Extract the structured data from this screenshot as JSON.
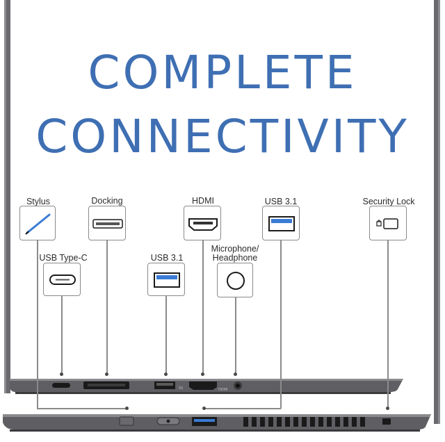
{
  "headline": {
    "line1": "COMPLETE",
    "line2": "CONNECTIVITY"
  },
  "ports": {
    "stylus": "Stylus",
    "docking": "Docking",
    "hdmi": "HDMI",
    "usb31_top": "USB 3.1",
    "security_lock": "Security Lock",
    "usb_type_c": "USB Type-C",
    "usb31_mid": "USB 3.1",
    "microphone_line1": "Microphone/",
    "microphone_line2": "Headphone"
  },
  "colors": {
    "headline": "#3f6fb3",
    "laptop_body": "#5f5f63",
    "usb_blue": "#3a7bd5"
  }
}
